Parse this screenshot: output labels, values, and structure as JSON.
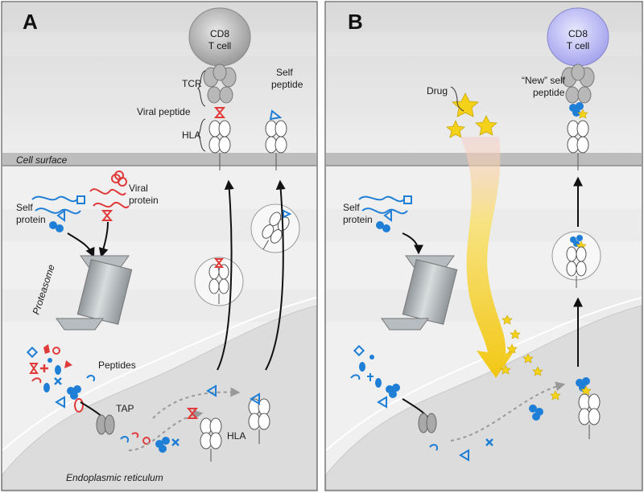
{
  "panel_a": {
    "letter": "A",
    "t_cell": "CD8",
    "t_cell_2": "T cell",
    "tcr": "TCR",
    "viral_peptide": "Viral peptide",
    "self_peptide_1": "Self",
    "self_peptide_2": "peptide",
    "hla": "HLA",
    "cell_surface": "Cell surface",
    "self_protein_1": "Self",
    "self_protein_2": "protein",
    "viral_protein_1": "Viral",
    "viral_protein_2": "protein",
    "proteasome": "Proteasome",
    "peptides": "Peptides",
    "tap": "TAP",
    "hla_er": "HLA",
    "er": "Endoplasmic reticulum"
  },
  "panel_b": {
    "letter": "B",
    "t_cell": "CD8",
    "t_cell_2": "T cell",
    "drug": "Drug",
    "new_self_1": "“New” self",
    "new_self_2": "peptide",
    "self_protein_1": "Self",
    "self_protein_2": "protein"
  },
  "colors": {
    "self": "#1f7fd6",
    "viral": "#e03a3a",
    "drug": "#f5d21a",
    "tcell_a": "#b9b9b9",
    "tcell_b": "#b9b9f0",
    "membrane": "#bdbdbd"
  }
}
